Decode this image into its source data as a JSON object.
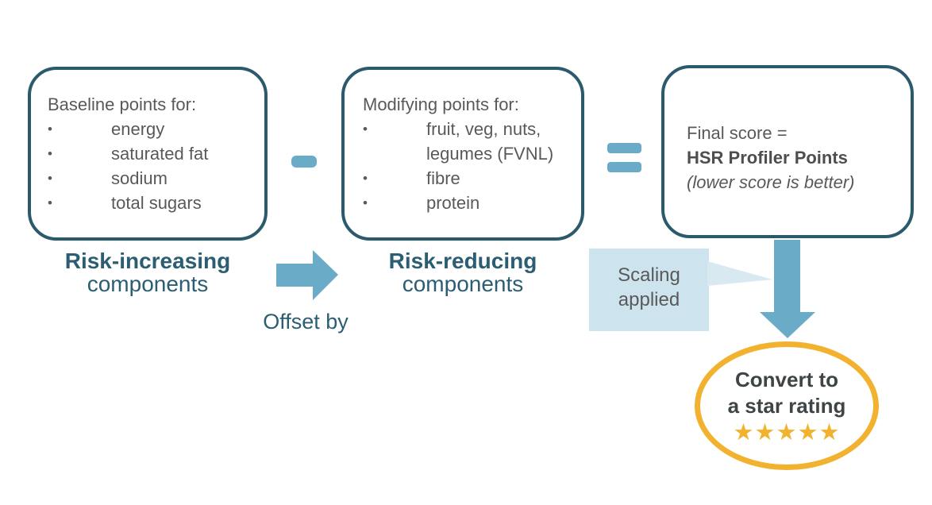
{
  "ui": {
    "bullet_char": "•"
  },
  "boxes": {
    "baseline": {
      "title": "Baseline points for:",
      "items": [
        "energy",
        "saturated fat",
        "sodium",
        "total sugars"
      ],
      "label_line1": "Risk-increasing",
      "label_line2": "components"
    },
    "modifying": {
      "title": "Modifying points for:",
      "items": [
        "fruit, veg, nuts, legumes (FVNL)",
        "fibre",
        "protein"
      ],
      "label_line1": "Risk-reducing",
      "label_line2": "components"
    },
    "final_score": {
      "line1": "Final score =",
      "line2": "HSR Profiler Points",
      "line3": "(lower score is better)"
    }
  },
  "connectors": {
    "offset_label": "Offset by",
    "minus_icon": "minus-operator",
    "equals_icon": "equals-operator",
    "right_arrow_icon": "arrow-right",
    "down_arrow_icon": "arrow-down"
  },
  "scaling_callout": {
    "line1": "Scaling",
    "line2": "applied"
  },
  "star_ellipse": {
    "line1": "Convert to",
    "line2": "a star rating",
    "stars": "★★★★★"
  },
  "colors": {
    "teal_border": "#2a5a6b",
    "teal_text": "#2b5d73",
    "body_text": "#595959",
    "arrow_blue": "#6aabc8",
    "callout_bg": "#cde4ef",
    "callout_pointer": "#d9e9f2",
    "gold": "#f2b230"
  }
}
